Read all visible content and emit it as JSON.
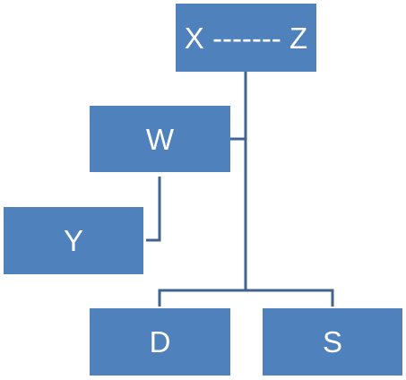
{
  "diagram": {
    "nodes": {
      "root": "X ------- Z",
      "w": "W",
      "y": "Y",
      "d": "D",
      "s": "S"
    },
    "colors": {
      "node_fill": "#4f81bd",
      "node_text": "#ffffff",
      "connector": "#41648f"
    }
  }
}
